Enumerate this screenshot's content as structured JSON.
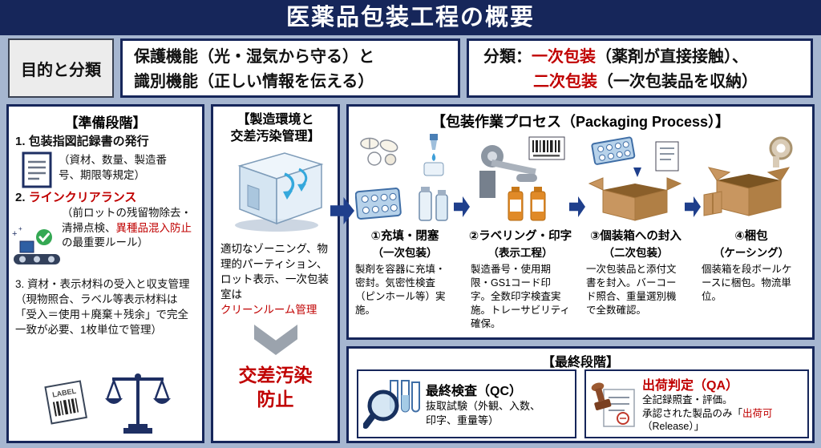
{
  "title": "医薬品包装工程の概要",
  "colors": {
    "navy": "#16265a",
    "red": "#c00000",
    "background": "#a6b6d0",
    "arrow_blue": "#1f3f8c"
  },
  "purpose": {
    "label": "目的と分類",
    "functions": "保護機能（光・湿気から守る）と\n識別機能（正しい情報を伝える）",
    "cls_prefix": "分類：",
    "cls_red1": "一次包装",
    "cls_text1": "（薬剤が直接接触）、",
    "cls_red2": "二次包装",
    "cls_text2": "（一次包装品を収納）"
  },
  "preparation": {
    "heading": "【準備段階】",
    "step1_title": "1. 包装指図記録書の発行",
    "step1_detail": "（資材、数量、製造番\n号、期限等規定）",
    "step2_prefix": "2. ",
    "step2_title": "ラインクリアランス",
    "step2_text1": "（前ロットの残留物除去・清掃点検、",
    "step2_red": "異種品混入防止",
    "step2_text2": "の最重要ルール）",
    "step3_text": "3. 資材・表示材料の受入と収支管理（現物照合、ラベル等表示材料は「受入＝使用＋廃棄＋残余」で完全一致が必要、1枚単位で管理）",
    "label_icon_text": "LABEL"
  },
  "environment": {
    "heading": "【製造環境と\n交差汚染管理】",
    "desc_text": "適切なゾーニング、物理的パーティション、ロット表示、一次包装室は",
    "desc_red": "クリーンルーム管理",
    "conclusion": "交差汚染\n防止"
  },
  "process": {
    "heading": "【包装作業プロセス（Packaging Process）】",
    "steps": [
      {
        "title": "①充填・閉塞",
        "subtitle": "（一次包装）",
        "desc": "製剤を容器に充填・密封。気密性検査（ピンホール等）実施。"
      },
      {
        "title": "②ラベリング・印字",
        "subtitle": "（表示工程）",
        "desc": "製造番号・使用期限・GS1コード印字。全数印字検査実施。トレーサビリティ確保。"
      },
      {
        "title": "③個装箱への封入",
        "subtitle": "（二次包装）",
        "desc": "一次包装品と添付文書を封入。バーコード照合、重量選別機で全数確認。"
      },
      {
        "title": "④梱包",
        "subtitle": "（ケーシング）",
        "desc": "個装箱を段ボールケースに梱包。物流単位。"
      }
    ]
  },
  "final": {
    "heading": "【最終段階】",
    "qc_title": "最終検査（QC）",
    "qc_desc": "抜取試験（外観、入数、\n印字、重量等）",
    "qa_title": "出荷判定（QA）",
    "qa_text1": "全記録照査・評価。\n承認された製品のみ「",
    "qa_red": "出荷可",
    "qa_text2": "（Release）」"
  },
  "icons": {
    "preparation": [
      "document-icon",
      "conveyor-check-icon",
      "label-sticker-icon",
      "balance-scale-icon"
    ],
    "environment": [
      "cleanroom-icon",
      "down-arrow-icon"
    ],
    "process": [
      "pills-and-bottles-icon",
      "labeling-machine-icon",
      "carton-packing-icon",
      "shipping-box-icon",
      "right-arrow-icon"
    ],
    "final": [
      "magnifier-testtubes-icon",
      "approval-stamp-icon"
    ]
  }
}
